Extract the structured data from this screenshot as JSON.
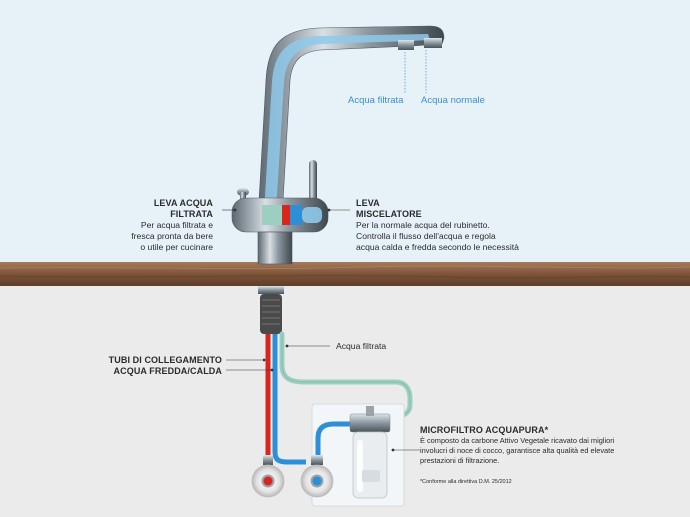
{
  "faucet_outlets": {
    "filtered": "Acqua filtrata",
    "normal": "Acqua normale"
  },
  "filtered_lever": {
    "title_line1": "LEVA ACQUA",
    "title_line2": "FILTRATA",
    "desc_line1": "Per acqua filtrata e",
    "desc_line2": "fresca pronta da bere",
    "desc_line3": "o utile per cucinare"
  },
  "mixer_lever": {
    "title_line1": "LEVA",
    "title_line2": "MISCELATORE",
    "desc_line1": "Per la normale acqua del rubinetto.",
    "desc_line2": "Controlla il flusso dell'acqua e regola",
    "desc_line3": "acqua calda e fredda secondo le necessità"
  },
  "filtered_pipe_label": "Acqua filtrata",
  "connection_pipes": {
    "line1": "TUBI DI COLLEGAMENTO",
    "line2": "ACQUA FREDDA/CALDA"
  },
  "microfilter": {
    "title": "MICROFILTRO ACQUAPURA*",
    "desc_line1": "È composto da carbone Attivo Vegetale ricavato dai migliori",
    "desc_line2": "involucri di noce di cocco, garantisce alta qualità ed elevate",
    "desc_line3": "prestazioni di filtrazione.",
    "footnote": "*Conforme alla direttiva D.M. 25/2012"
  },
  "colors": {
    "wall": "#e7f2f8",
    "under_counter": "#ebebeb",
    "countertop": "#8a5f44",
    "filtered_water": "#9ccfc0",
    "cold_water": "#2c8fd8",
    "hot_water": "#d9261c",
    "faucet_water": "#8ec9ea"
  }
}
